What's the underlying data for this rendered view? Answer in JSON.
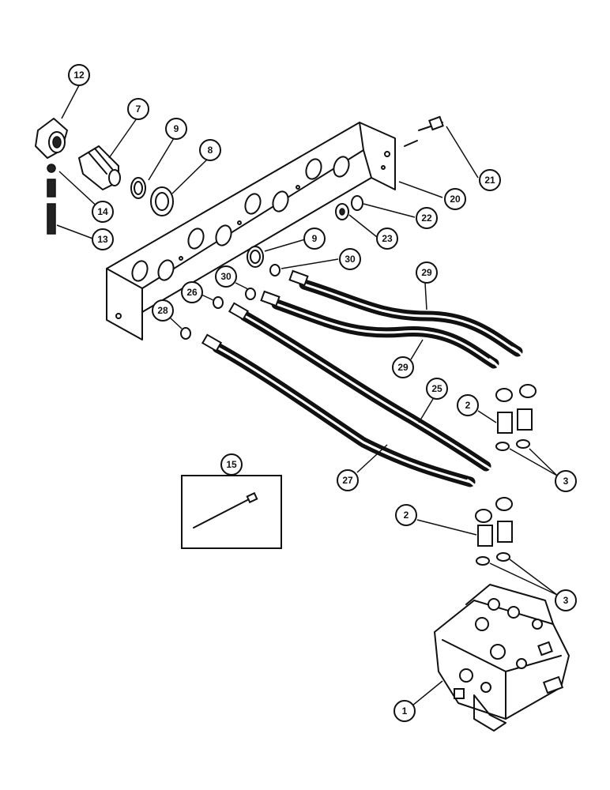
{
  "callouts": {
    "c12": "12",
    "c7": "7",
    "c9a": "9",
    "c8": "8",
    "c21": "21",
    "c20": "20",
    "c14": "14",
    "c22": "22",
    "c13": "13",
    "c23": "23",
    "c9b": "9",
    "c30a": "30",
    "c29a": "29",
    "c30b": "30",
    "c26": "26",
    "c28": "28",
    "c29b": "29",
    "c25": "25",
    "c2a": "2",
    "c3a": "3",
    "c15": "15",
    "c27": "27",
    "c2b": "2",
    "c3b": "3",
    "c1": "1"
  },
  "icons": {
    "bracket": "bracket-icon",
    "hose": "hydraulic-hose-icon",
    "valve": "control-valve-icon",
    "coupler": "quick-coupler-icon",
    "tie": "cable-tie-icon"
  }
}
